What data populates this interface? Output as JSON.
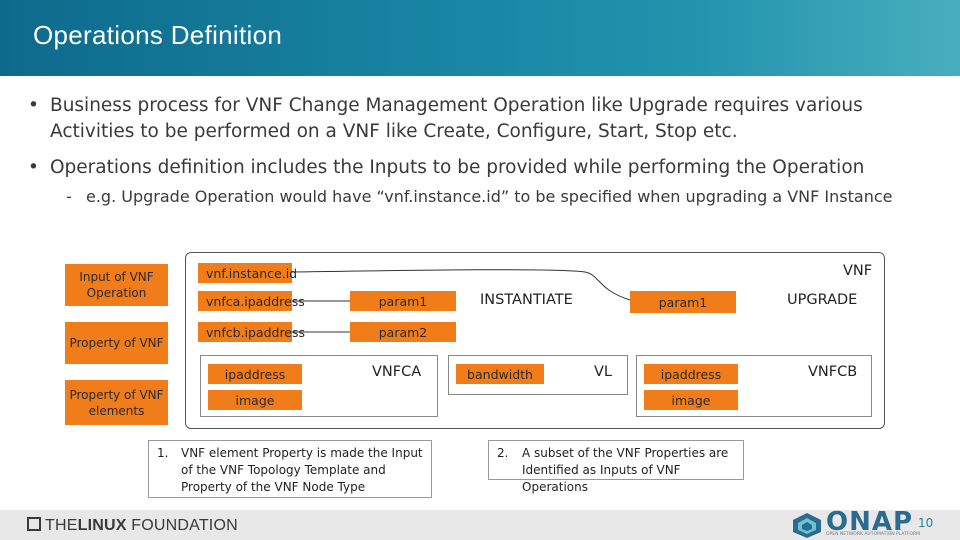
{
  "header": {
    "title": "Operations Definition"
  },
  "bullets": [
    {
      "dot": "•",
      "line1": "Business process for VNF Change Management Operation like Upgrade requires various",
      "line2": "Activities to be performed on a VNF like Create, Configure, Start, Stop etc."
    },
    {
      "dot": "•",
      "line1": "Operations definition includes the Inputs to be provided while performing the Operation"
    }
  ],
  "sub_bullet": {
    "dash": "-",
    "text": "e.g. Upgrade Operation would have “vnf.instance.id” to be specified when upgrading a VNF Instance"
  },
  "legend": [
    {
      "label": "Input of VNF Operation"
    },
    {
      "label": "Property of VNF"
    },
    {
      "label": "Property of VNF elements"
    }
  ],
  "diagram": {
    "vnf_label": "VNF",
    "instance_id": "vnf.instance.id",
    "vnfca_ipaddress": "vnfca.ipaddress",
    "vnfcb_ipaddress": "vnfcb.ipaddress",
    "inst_param1": "param1",
    "inst_param2": "param2",
    "instantiate_label": "INSTANTIATE",
    "upgrade_param1": "param1",
    "upgrade_label": "UPGRADE",
    "vnfca": {
      "label": "VNFCA",
      "ipaddress": "ipaddress",
      "image": "image"
    },
    "vl": {
      "label": "VL",
      "bandwidth": "bandwidth"
    },
    "vnfcb": {
      "label": "VNFCB",
      "ipaddress": "ipaddress",
      "image": "image"
    }
  },
  "notes": [
    {
      "num": "1.",
      "text": "VNF element Property is made the Input of the VNF Topology Template and Property of the VNF Node Type"
    },
    {
      "num": "2.",
      "text": "A subset of the VNF Properties are Identified as Inputs of VNF Operations"
    }
  ],
  "footer": {
    "linux_prefix": "THE",
    "linux_bold": "LINUX",
    "linux_suffix": " FOUNDATION",
    "onap": "ONAP",
    "onap_sub": "OPEN NETWORK AUTOMATION PLATFORM",
    "page": "10"
  },
  "colors": {
    "header": "#0e6a8c",
    "accent": "#f07d1a",
    "footer": "#e8e8e8"
  }
}
